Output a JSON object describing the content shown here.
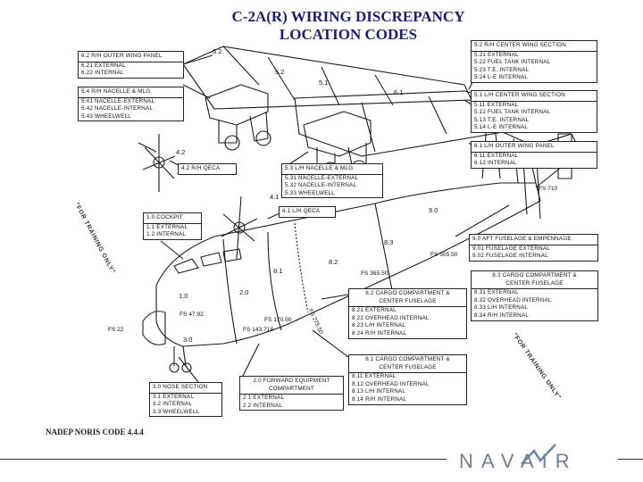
{
  "title_line1": "C-2A(R) WIRING DISCREPANCY",
  "title_line2": "LOCATION CODES",
  "boxes": {
    "b62": {
      "header": "6.2 R/H OUTER WING PANEL",
      "items": [
        "6.21 EXTERNAL",
        "6.22 INTERNAL"
      ]
    },
    "b52": {
      "header": "5.2 R/H CENTER WING SECTION",
      "items": [
        "5.21 EXTERNAL",
        "5.22 FUEL TANK INTERNAL",
        "5.23 T.E. INTERNAL",
        "5.24 L-E INTERNAL"
      ]
    },
    "b54": {
      "header": "5.4 R/H NACELLE & MLG",
      "items": [
        "5.41 NACELLE-EXTERNAL",
        "5.42 NACELLE-INTERNAL",
        "5.43 WHEELWELL"
      ]
    },
    "b51": {
      "header": "5.1 L/H CENTER WING SECTION",
      "items": [
        "5.11 EXTERNAL",
        "5.12 FUEL TANK INTERNAL",
        "5.13 T.E. INTERNAL",
        "5.14 L-E INTERNAL"
      ]
    },
    "b42": {
      "header": "4.2 R/H QECA"
    },
    "b61": {
      "header": "6.1 L/H OUTER WING PANEL",
      "items": [
        "6.11 EXTERNAL",
        "6.12 INTERNAL"
      ]
    },
    "b53": {
      "header": "5.3 L/H NACELLE & MLG",
      "items": [
        "5.31 NACELLE-EXTERNAL",
        "5.32 NACELLE-INTERNAL",
        "5.33 WHEELWELL"
      ]
    },
    "b41": {
      "header": "4.1 L/H QECA"
    },
    "b10": {
      "header": "1.0 COCKPIT",
      "items": [
        "1.1 EXTERNAL",
        "1.2 INTERNAL"
      ]
    },
    "b90": {
      "header": "9.0 AFT FUSELAGE & EMPENNAGE",
      "items": [
        "9.01 FUSELAGE EXTERNAL",
        "9.02 FUSELAGE INTERNAL"
      ]
    },
    "b83": {
      "header1": "8.3 CARGO COMPARTMENT &",
      "header2": "CENTER FUSELAGE",
      "items": [
        "8.31 EXTERNAL",
        "8.32 OVERHEAD INTERNAL",
        "8.33 L/H INTERNAL",
        "8.34 R/H INTERNAL"
      ]
    },
    "b82": {
      "header1": "8.2 CARGO COMPARTMENT &",
      "header2": "CENTER FUSELAGE",
      "items": [
        "8.21 EXTERNAL",
        "8.22 OVERHEAD INTERNAL",
        "8.23 L/H INTERNAL",
        "8.24 R/H INTERNAL"
      ]
    },
    "b81": {
      "header1": "8.1 CARGO COMPARTMENT &",
      "header2": "CENTER FUSELAGE",
      "items": [
        "8.11 EXTERNAL",
        "8.12 OVERHEAD INTERNAL",
        "8.13 L/H INTERNAL",
        "8.14 R/H INTERNAL"
      ]
    },
    "b20": {
      "header1": "2.0 FORWARD EQUIPMENT",
      "header2": "COMPARTMENT",
      "items": [
        "2.1 EXTERNAL",
        "2.2 INTERNAL"
      ]
    },
    "b30": {
      "header": "3.0 NOSE SECTION",
      "items": [
        "3.1 EXTERNAL",
        "3.2 INTERNAL",
        "3.3 WHEELWELL"
      ]
    }
  },
  "station_labels": {
    "fs710": "FS 710",
    "fs50550": "FS 505.50",
    "fs36550": "FS 365.50",
    "fs27550": "FS 275.50",
    "fs17050": "FS 170.50",
    "fs143718": "FS 143.718",
    "fs4792": "FS 47.92",
    "fs22": "FS 22"
  },
  "zone_numbers": {
    "n62": "6.2",
    "n52": "5.2",
    "n51a": "5.1",
    "n51b": "6.1",
    "n42": "4.2",
    "n41": "4.1",
    "n90": "9.0",
    "n83": "8.3",
    "n82": "8.2",
    "n81": "8.1",
    "n10": "1.0",
    "n20": "2.0",
    "n30": "3.0"
  },
  "watermark": "\"FOR TRAINING ONLY\"",
  "footer": "NADEP NORIS CODE 4.4.4",
  "logo_text": "NAVAIR",
  "colors": {
    "title": "#1b1f6e",
    "logo": "#6f7f92",
    "logo_accent": "#6a86a8"
  }
}
